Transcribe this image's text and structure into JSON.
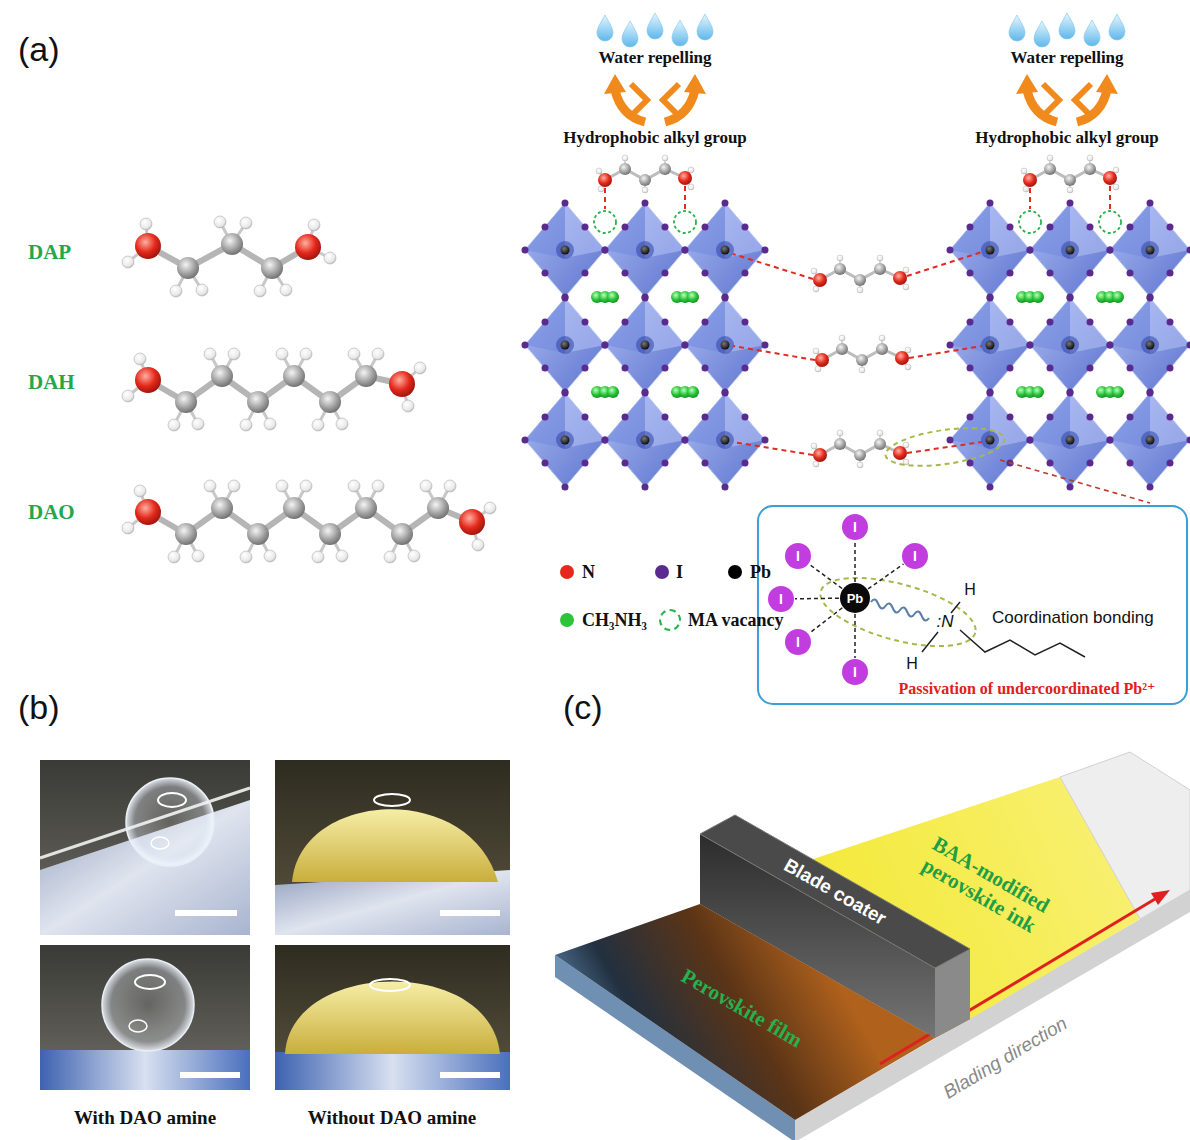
{
  "diagram": {
    "nodes": [
      {
        "text": [
          "Coordination bonding",
          "Passivation of undercoordinated Pb²⁺"
        ]
      },
      {
        "text": [
          "Pb"
        ],
        "in": 0
      },
      {
        "text": [
          "I"
        ],
        "in": 0
      },
      {
        "text": [
          "I"
        ],
        "in": 0
      },
      {
        "text": [
          "I"
        ],
        "in": 0
      },
      {
        "text": [
          "I"
        ],
        "in": 0
      },
      {
        "text": [
          "I"
        ],
        "in": 0
      },
      {
        "text": [
          "I"
        ],
        "in": 0
      },
      {
        "text": [
          "Blade coater"
        ]
      },
      {
        "text": [
          "BAA-modified perovskite ink"
        ]
      },
      {
        "text": [
          "Perovskite film"
        ]
      }
    ],
    "edges": [
      {
        "from": 1,
        "to": 2,
        "arrow": "none"
      },
      {
        "from": 1,
        "to": 3,
        "arrow": "none"
      },
      {
        "from": 1,
        "to": 4,
        "arrow": "none"
      },
      {
        "from": 1,
        "to": 5,
        "arrow": "none"
      },
      {
        "from": 1,
        "to": 6,
        "arrow": "none"
      },
      {
        "from": 1,
        "to": 7,
        "arrow": "none"
      }
    ],
    "labels": [
      "(a)",
      "DAP",
      "DAH",
      "DAO",
      "Water repelling",
      "Hydrophobic alkyl group",
      "Water repelling",
      "Hydrophobic alkyl group",
      "H",
      "H",
      ":N",
      "(b)",
      "(c)",
      "With DAO amine",
      "Without DAO amine",
      "Blading direction"
    ],
    "legend": [
      {
        "text": "N",
        "color": "#e8271c"
      },
      {
        "text": "I",
        "color": "#5b2a8e"
      },
      {
        "text": "Pb",
        "color": "#000000"
      },
      {
        "text": "CH₃NH₃",
        "color": "#2bc43a"
      },
      {
        "text": "MA vacancy"
      }
    ]
  }
}
